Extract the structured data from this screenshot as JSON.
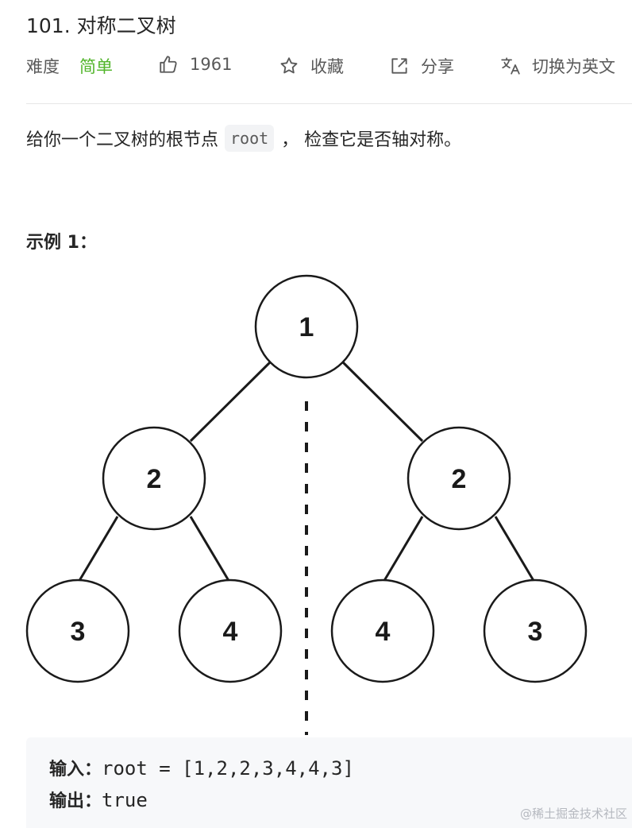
{
  "problem": {
    "title": "101. 对称二叉树",
    "difficulty_label": "难度",
    "difficulty_value": "简单",
    "likes": "1961",
    "favorite_label": "收藏",
    "share_label": "分享",
    "language_toggle_label": "切换为英文",
    "description_before": "给你一个二叉树的根节点",
    "description_code": "root",
    "description_after": "， 检查它是否轴对称。"
  },
  "example": {
    "title": "示例 1：",
    "tree_nodes": [
      "1",
      "2",
      "2",
      "3",
      "4",
      "4",
      "3"
    ],
    "input_label": "输入：",
    "input_value": "root = [1,2,2,3,4,4,3]",
    "output_label": "输出：",
    "output_value": "true"
  },
  "watermark": "@稀土掘金技术社区",
  "colors": {
    "difficulty_easy": "#52b52b",
    "code_bg": "#f7f8fa",
    "inline_code_bg": "#f2f3f5"
  }
}
